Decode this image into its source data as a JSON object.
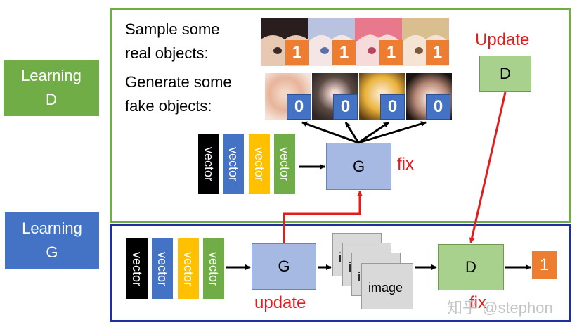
{
  "left_labels": {
    "learning_d": "Learning\nD",
    "learning_g": "Learning\nG"
  },
  "top_panel": {
    "sample_text": "Sample some\nreal objects:",
    "generate_text": "Generate some\nfake objects:",
    "real_labels": [
      "1",
      "1",
      "1",
      "1"
    ],
    "fake_labels": [
      "0",
      "0",
      "0",
      "0"
    ],
    "vectors": [
      "vector",
      "vector",
      "vector",
      "vector"
    ],
    "generator": "G",
    "fix_label": "fix",
    "update_label": "Update",
    "discriminator": "D"
  },
  "bottom_panel": {
    "vectors": [
      "vector",
      "vector",
      "vector",
      "vector"
    ],
    "generator": "G",
    "update_label": "update",
    "image_stack": [
      "i",
      "i",
      "i",
      "image"
    ],
    "discriminator": "D",
    "output": "1",
    "fix_label": "fix"
  },
  "watermark": "知乎 @stephon",
  "colors": {
    "green_box": "#70ad47",
    "blue_box": "#4472c4",
    "node_blue": "#a6b9e3",
    "node_green": "#a9d18e",
    "orange": "#ed7d31",
    "label_blue": "#4472c4",
    "red": "#e01e1e",
    "frame_green": "#70ad47",
    "frame_blue": "#1f2f9f"
  },
  "icons": [
    "anime-face-thumbnail",
    "blurry-generated-thumbnail",
    "arrow-icon"
  ]
}
